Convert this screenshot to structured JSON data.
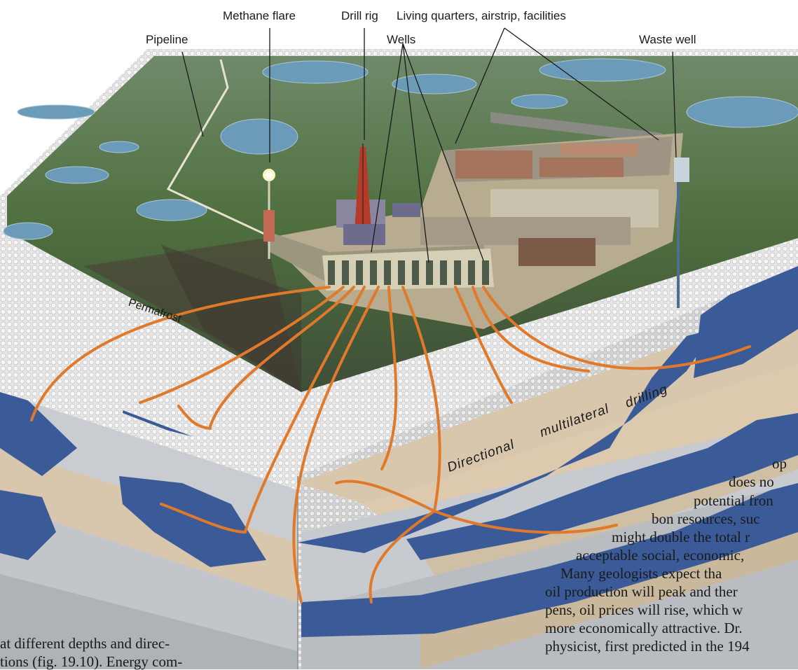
{
  "labels": {
    "pipeline": "Pipeline",
    "methane_flare": "Methane flare",
    "drill_rig": "Drill rig",
    "wells": "Wells",
    "living_quarters": "Living quarters, airstrip, facilities",
    "waste_well": "Waste well",
    "permafrost": "Permafrost",
    "directional": "Directional",
    "multilateral": "multilateral",
    "drilling": "drilling"
  },
  "body_text": {
    "left": [
      "at different depths and direc-",
      "tions (fig. 19.10). Energy com-"
    ],
    "right": [
      "op",
      "does no",
      "potential fron",
      "bon resources, suc",
      "might double the total r",
      "acceptable social, economic,",
      "Many geologists expect tha",
      "oil production will peak and ther",
      "pens, oil prices will rise, which w",
      "more economically attractive. Dr.",
      "physicist, first predicted in the 194"
    ]
  },
  "colors": {
    "tundra": "#4f6f3e",
    "lake": "#6b9bb8",
    "permafrost": "#e4e4e4",
    "tan_layer": "#d9c7ad",
    "gray_layer": "#c7cbcf",
    "oil_reservoir": "#3a5b98",
    "well_path": "#e07a2a",
    "facility": "#b7ab90"
  }
}
